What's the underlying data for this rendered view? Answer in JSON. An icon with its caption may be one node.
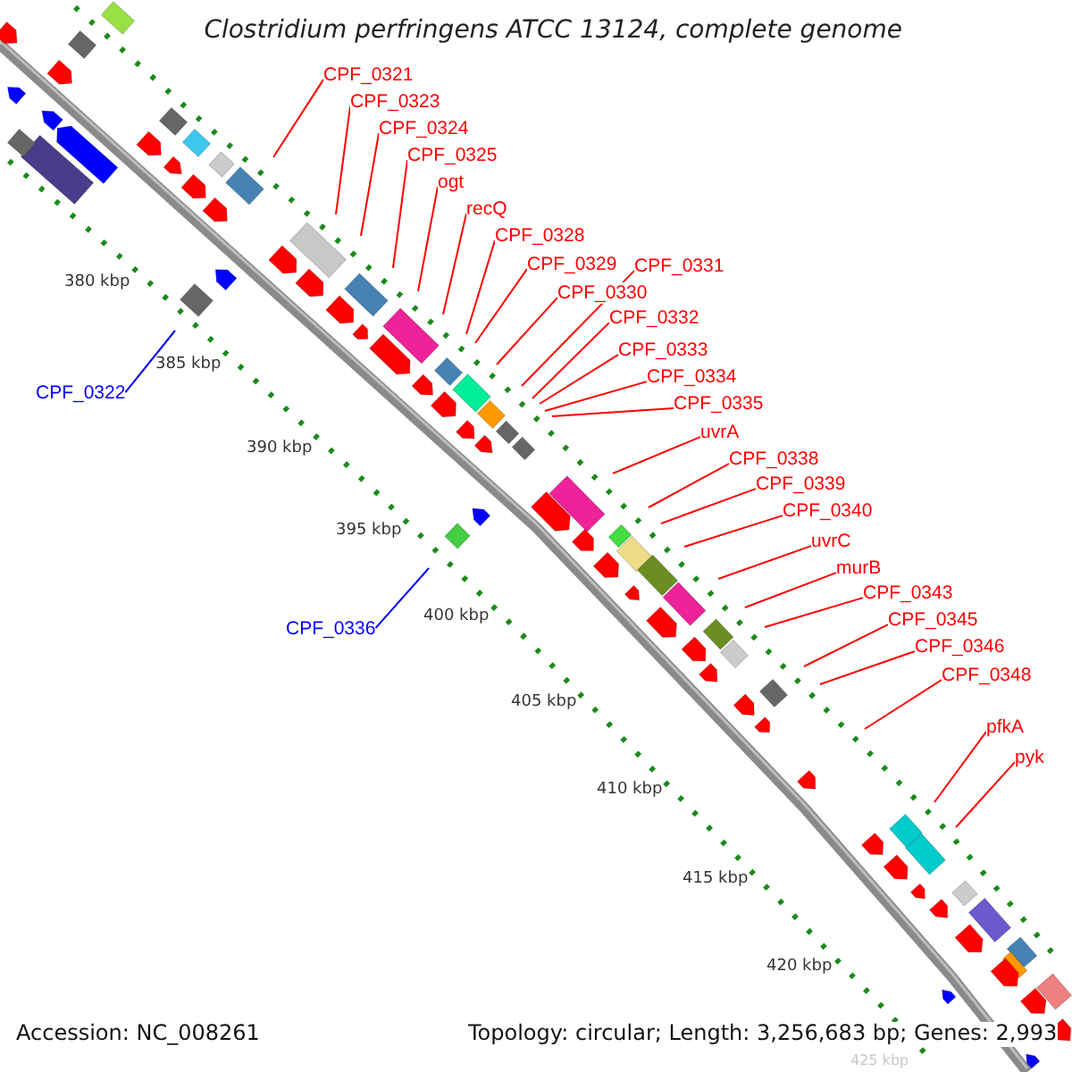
{
  "diagram": {
    "title": "Clostridium perfringens ATCC 13124, complete genome",
    "nodes": [
      {
        "text": [
          "CPF_0321"
        ]
      },
      {
        "text": [
          "CPF_0322"
        ]
      },
      {
        "text": [
          "CPF_0323"
        ]
      },
      {
        "text": [
          "CPF_0324"
        ]
      },
      {
        "text": [
          "CPF_0325"
        ]
      },
      {
        "text": [
          "ogt"
        ]
      },
      {
        "text": [
          "recQ"
        ]
      },
      {
        "text": [
          "CPF_0328"
        ]
      },
      {
        "text": [
          "CPF_0329"
        ]
      },
      {
        "text": [
          "CPF_0330"
        ]
      },
      {
        "text": [
          "CPF_0331"
        ]
      },
      {
        "text": [
          "CPF_0332"
        ]
      },
      {
        "text": [
          "CPF_0333"
        ]
      },
      {
        "text": [
          "CPF_0334"
        ]
      },
      {
        "text": [
          "CPF_0335"
        ]
      },
      {
        "text": [
          "CPF_0336"
        ]
      },
      {
        "text": [
          "uvrA"
        ]
      },
      {
        "text": [
          "CPF_0338"
        ]
      },
      {
        "text": [
          "CPF_0339"
        ]
      },
      {
        "text": [
          "CPF_0340"
        ]
      },
      {
        "text": [
          "uvrC"
        ]
      },
      {
        "text": [
          "murB"
        ]
      },
      {
        "text": [
          "CPF_0343"
        ]
      },
      {
        "text": [
          "CPF_0345"
        ]
      },
      {
        "text": [
          "CPF_0346"
        ]
      },
      {
        "text": [
          "CPF_0348"
        ]
      },
      {
        "text": [
          "pfkA"
        ]
      },
      {
        "text": [
          "pyk"
        ]
      }
    ],
    "edges": [
      {
        "from": 0,
        "to": null,
        "arrow": "none"
      },
      {
        "from": 1,
        "to": null,
        "arrow": "none",
        "color": "#0000ff"
      },
      {
        "from": 2,
        "to": null,
        "arrow": "none"
      },
      {
        "from": 3,
        "to": null,
        "arrow": "none"
      },
      {
        "from": 4,
        "to": null,
        "arrow": "none"
      },
      {
        "from": 5,
        "to": null,
        "arrow": "none"
      },
      {
        "from": 6,
        "to": null,
        "arrow": "none"
      },
      {
        "from": 7,
        "to": null,
        "arrow": "none"
      },
      {
        "from": 8,
        "to": null,
        "arrow": "none"
      },
      {
        "from": 9,
        "to": null,
        "arrow": "none"
      },
      {
        "from": 10,
        "to": null,
        "arrow": "none"
      },
      {
        "from": 11,
        "to": null,
        "arrow": "none"
      },
      {
        "from": 12,
        "to": null,
        "arrow": "none"
      },
      {
        "from": 13,
        "to": null,
        "arrow": "none"
      },
      {
        "from": 14,
        "to": null,
        "arrow": "none"
      },
      {
        "from": 15,
        "to": null,
        "arrow": "none",
        "color": "#0000ff"
      },
      {
        "from": 16,
        "to": null,
        "arrow": "none"
      },
      {
        "from": 17,
        "to": null,
        "arrow": "none"
      },
      {
        "from": 18,
        "to": null,
        "arrow": "none"
      },
      {
        "from": 19,
        "to": null,
        "arrow": "none"
      },
      {
        "from": 20,
        "to": null,
        "arrow": "none"
      },
      {
        "from": 21,
        "to": null,
        "arrow": "none"
      },
      {
        "from": 22,
        "to": null,
        "arrow": "none"
      },
      {
        "from": 23,
        "to": null,
        "arrow": "none"
      },
      {
        "from": 24,
        "to": null,
        "arrow": "none"
      },
      {
        "from": 25,
        "to": null,
        "arrow": "none"
      },
      {
        "from": 26,
        "to": null,
        "arrow": "none"
      },
      {
        "from": 27,
        "to": null,
        "arrow": "none"
      }
    ],
    "labels": [
      "380 kbp",
      "385 kbp",
      "390 kbp",
      "395 kbp",
      "400 kbp",
      "405 kbp",
      "410 kbp",
      "415 kbp",
      "420 kbp",
      "Accession: NC_008261",
      "Topology: circular; Length: 3,256,683 bp; Genes: 2,993",
      "425 kbp"
    ]
  }
}
